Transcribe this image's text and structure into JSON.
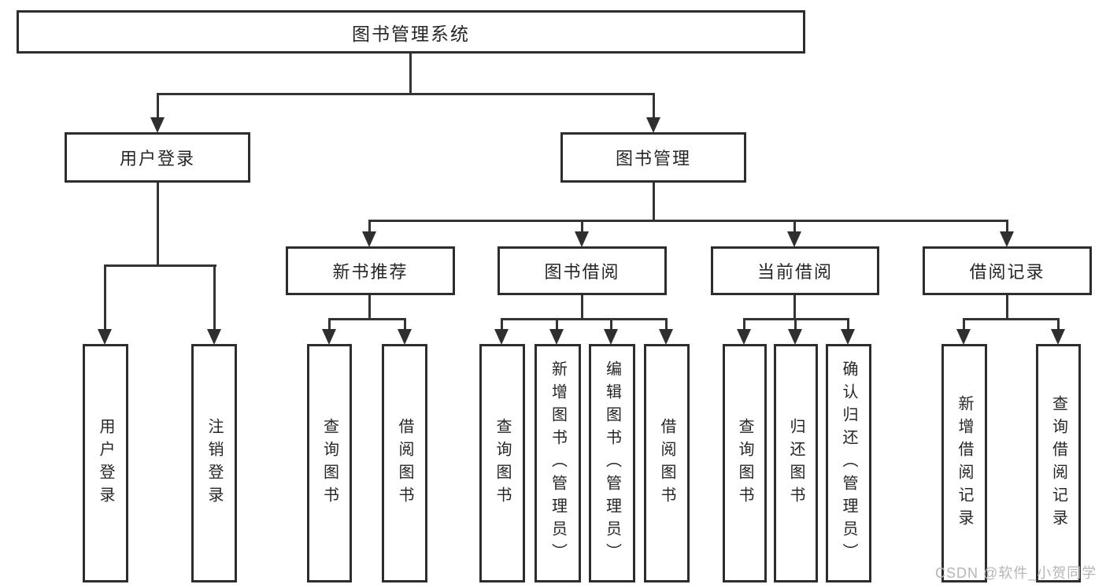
{
  "root": {
    "label": "图书管理系统"
  },
  "branches": [
    {
      "label": "用户登录",
      "leaves": [
        {
          "label": "用户登录"
        },
        {
          "label": "注销登录"
        }
      ]
    },
    {
      "label": "图书管理",
      "groups": [
        {
          "label": "新书推荐",
          "leaves": [
            {
              "label": "查询图书"
            },
            {
              "label": "借阅图书"
            }
          ]
        },
        {
          "label": "图书借阅",
          "leaves": [
            {
              "label": "查询图书"
            },
            {
              "label": "新增图书（管理员）"
            },
            {
              "label": "编辑图书（管理员）"
            },
            {
              "label": "借阅图书"
            }
          ]
        },
        {
          "label": "当前借阅",
          "leaves": [
            {
              "label": "查询图书"
            },
            {
              "label": "归还图书"
            },
            {
              "label": "确认归还（管理员）"
            }
          ]
        },
        {
          "label": "借阅记录",
          "leaves": [
            {
              "label": "新增借阅记录"
            },
            {
              "label": "查询借阅记录"
            }
          ]
        }
      ]
    }
  ],
  "watermark": {
    "text": "CSDN @软件_小贺同学"
  },
  "colors": {
    "line": "#343434",
    "border": "#2d2d2d",
    "text": "#262626",
    "watermark": "#b6b6b6",
    "background": "#ffffff"
  }
}
